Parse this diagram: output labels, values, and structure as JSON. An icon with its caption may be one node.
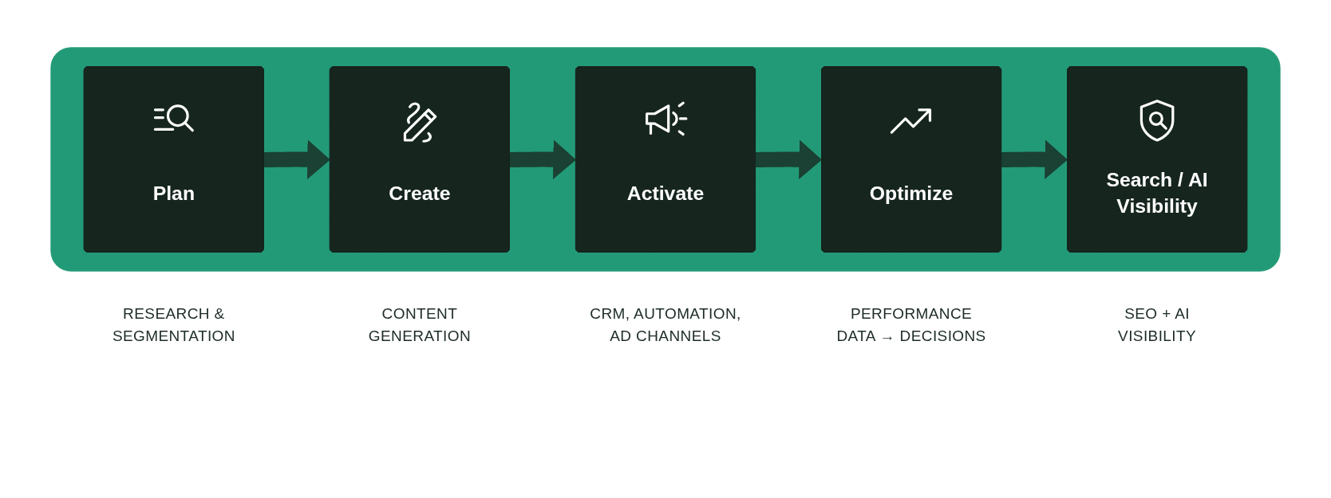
{
  "diagram": {
    "nodes": [
      {
        "text": [],
        "shape": "box"
      },
      {
        "text": [
          "Plan"
        ],
        "in": 0,
        "beside": [
          "RESEARCH & SEGMENTATION"
        ]
      },
      {
        "text": [
          "Create"
        ],
        "in": 0,
        "beside": [
          "CONTENT GENERATION"
        ]
      },
      {
        "text": [
          "Activate"
        ],
        "in": 0,
        "beside": [
          "CRM, AUTOMATION, AD CHANNELS"
        ]
      },
      {
        "text": [
          "Optimize"
        ],
        "in": 0,
        "beside": [
          "PERFORMANCE DATA → DECISIONS"
        ]
      },
      {
        "text": [
          "Search / AI Visibility"
        ],
        "in": 0,
        "beside": [
          "SEO + AI VISIBILITY"
        ]
      }
    ],
    "edges": [
      {
        "from": 1,
        "to": 2,
        "arrow": "to"
      },
      {
        "from": 2,
        "to": 3,
        "arrow": "to"
      },
      {
        "from": 3,
        "to": 4,
        "arrow": "to"
      },
      {
        "from": 4,
        "to": 5,
        "arrow": "to"
      }
    ]
  }
}
